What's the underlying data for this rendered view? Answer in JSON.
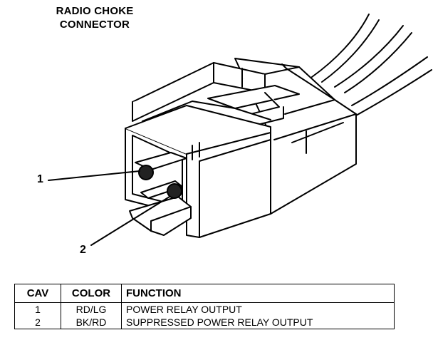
{
  "title": {
    "line1": "RADIO CHOKE",
    "line2": "CONNECTOR"
  },
  "callouts": [
    "1",
    "2"
  ],
  "table": {
    "headers": {
      "cav": "CAV",
      "color": "COLOR",
      "function": "FUNCTION"
    },
    "rows": [
      {
        "cav": "1",
        "color": "RD/LG",
        "function": "POWER RELAY OUTPUT"
      },
      {
        "cav": "2",
        "color": "BK/RD",
        "function": "SUPPRESSED POWER RELAY OUTPUT"
      }
    ]
  }
}
